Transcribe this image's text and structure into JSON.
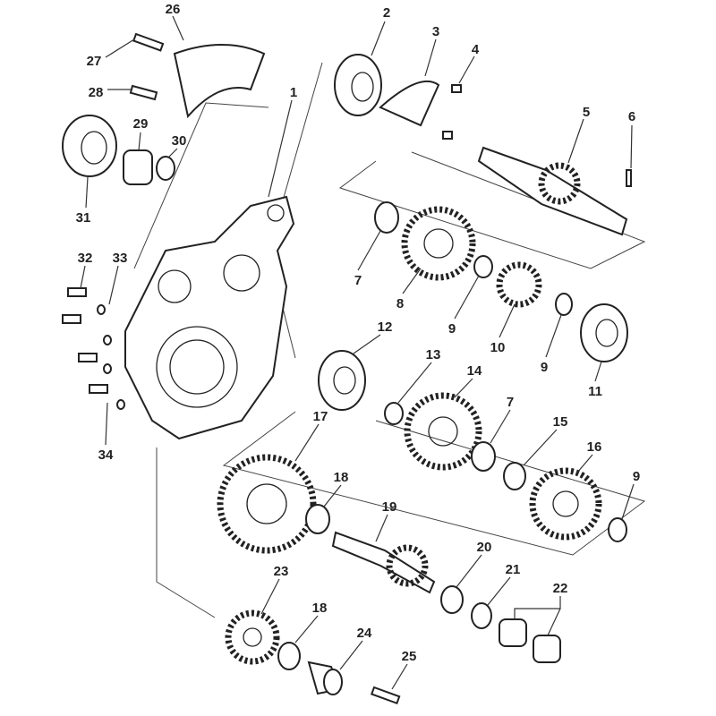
{
  "title": "Gearbox exploded parts diagram",
  "labels": [
    "26",
    "27",
    "28",
    "1",
    "2",
    "3",
    "4",
    "5",
    "6",
    "29",
    "30",
    "31",
    "32",
    "33",
    "7",
    "8",
    "9",
    "10",
    "9",
    "11",
    "12",
    "13",
    "14",
    "7",
    "15",
    "16",
    "9",
    "17",
    "18",
    "19",
    "20",
    "21",
    "22",
    "23",
    "18",
    "24",
    "25",
    "34"
  ]
}
